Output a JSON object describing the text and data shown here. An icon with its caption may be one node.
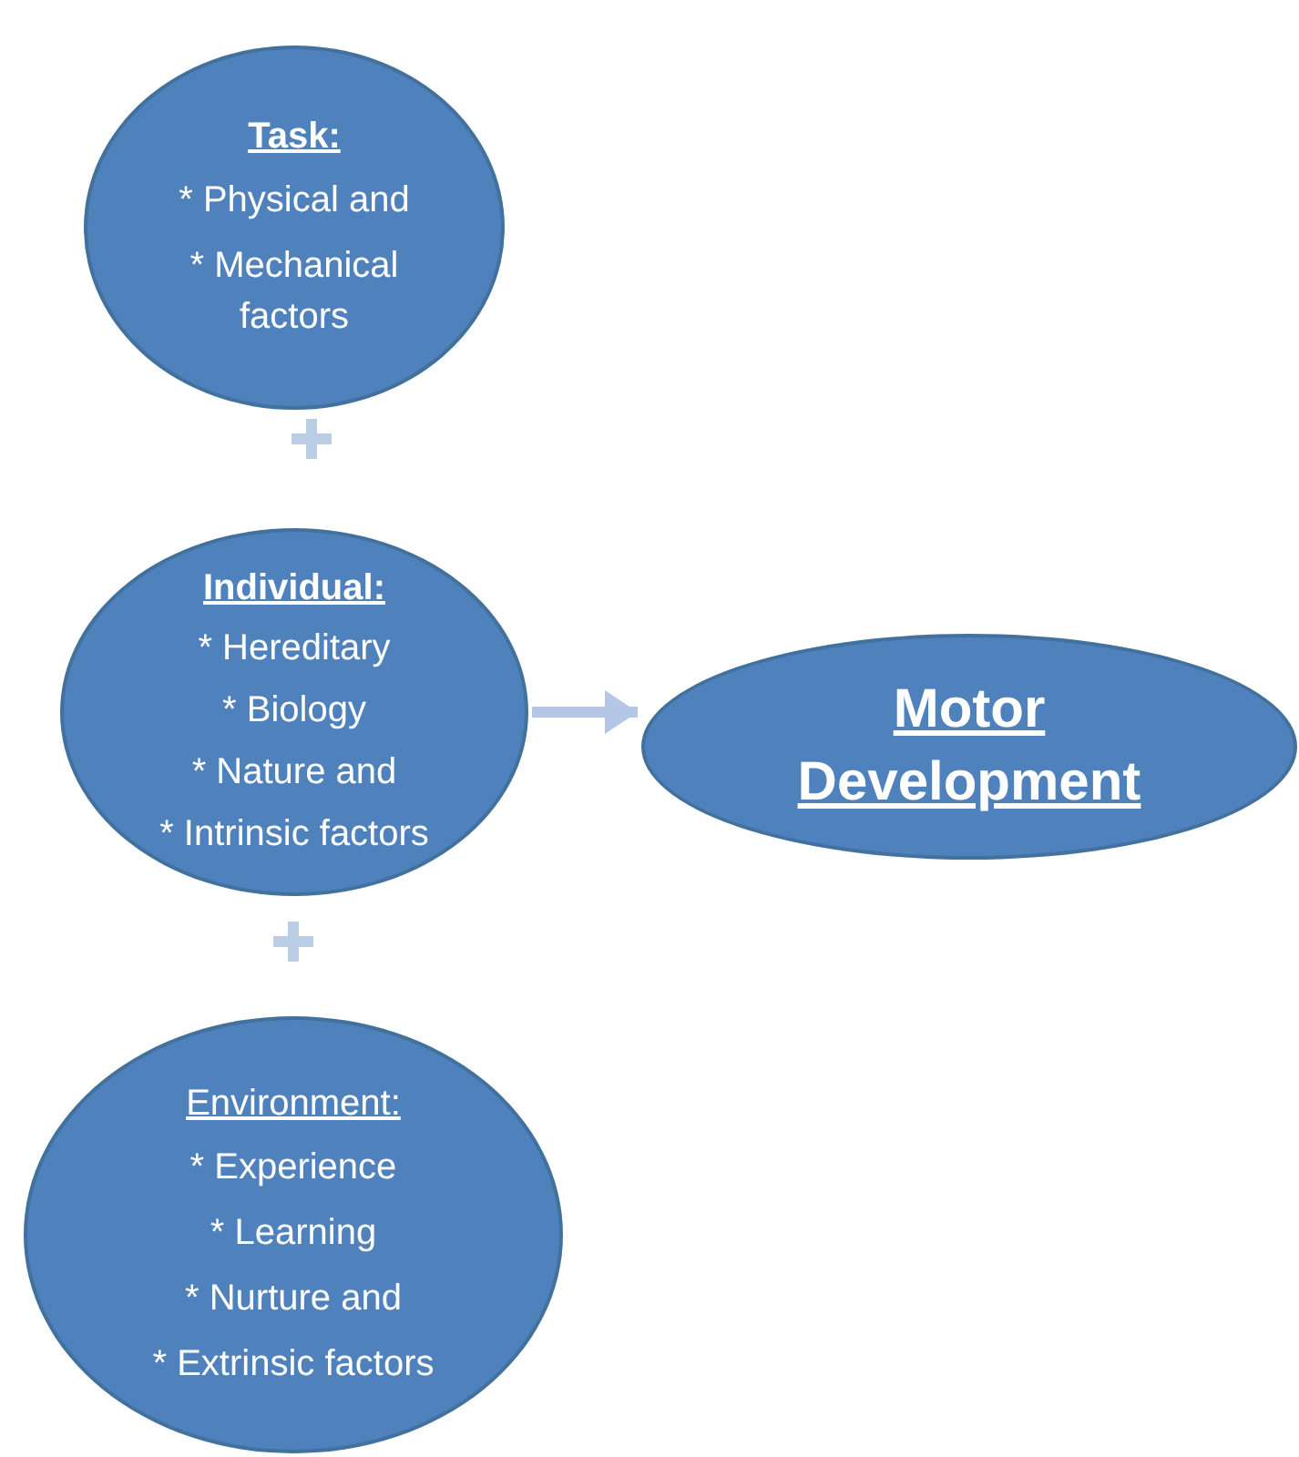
{
  "diagram": {
    "nodes": [
      {
        "text": [
          "Task:",
          "* Physical and",
          "* Mechanical factors"
        ]
      },
      {
        "text": [
          "Individual:",
          "* Hereditary",
          "* Biology",
          "* Nature and",
          "* Intrinsic factors"
        ]
      },
      {
        "text": [
          "Environment:",
          "* Experience",
          "* Learning",
          "* Nurture and",
          "* Extrinsic factors"
        ]
      },
      {
        "text": [
          "Motor Development"
        ]
      }
    ],
    "edges": [
      {
        "from": 1,
        "to": 3,
        "arrow": "to"
      }
    ]
  }
}
